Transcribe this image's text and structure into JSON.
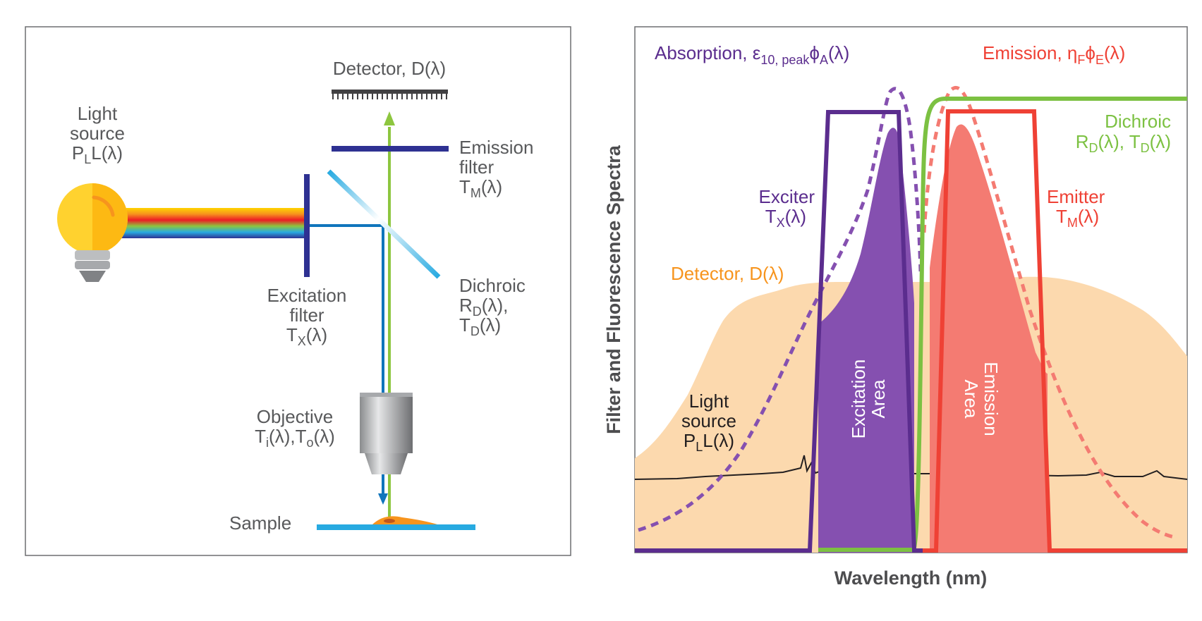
{
  "left_panel": {
    "light_source": {
      "line1": "Light",
      "line2": "source",
      "formula_main": "P",
      "formula_sub": "L",
      "formula_rest": "L(λ)"
    },
    "detector": "Detector, D(λ)",
    "emission_filter": {
      "line1": "Emission",
      "line2": "filter",
      "formula_main": "T",
      "formula_sub": "M",
      "formula_rest": "(λ)"
    },
    "excitation_filter": {
      "line1": "Excitation",
      "line2": "filter",
      "formula_main": "T",
      "formula_sub": "X",
      "formula_rest": "(λ)"
    },
    "dichroic": {
      "line1": "Dichroic",
      "r_main": "R",
      "r_sub": "D",
      "r_rest": "(λ),",
      "t_main": "T",
      "t_sub": "D",
      "t_rest": "(λ)"
    },
    "objective": {
      "line1": "Objective",
      "ti_main": "T",
      "ti_sub": "i",
      "ti_rest": "(λ),",
      "to_main": "T",
      "to_sub": "o",
      "to_rest": "(λ)"
    },
    "sample": "Sample"
  },
  "right_panel": {
    "absorption": {
      "prefix": "Absorption, ",
      "eps": "ε",
      "eps_sub": "10, peak",
      "phi": "ϕ",
      "phi_sub": "A",
      "rest": "(λ)"
    },
    "emission": {
      "prefix": "Emission, ",
      "eta": "η",
      "eta_sub": "F",
      "phi": "ϕ",
      "phi_sub": "E",
      "rest": "(λ)"
    },
    "dichroic": {
      "line1": "Dichroic",
      "r_main": "R",
      "r_sub": "D",
      "r_rest": "(λ), ",
      "t_main": "T",
      "t_sub": "D",
      "t_rest": "(λ)"
    },
    "exciter": {
      "line1": "Exciter",
      "main": "T",
      "sub": "X",
      "rest": "(λ)"
    },
    "emitter": {
      "line1": "Emitter",
      "main": "T",
      "sub": "M",
      "rest": "(λ)"
    },
    "detector": "Detector, D(λ)",
    "excitation_area": {
      "line1": "Excitation",
      "line2": "Area"
    },
    "emission_area": {
      "line1": "Emission",
      "line2": "Area"
    },
    "light_source": {
      "line1": "Light",
      "line2": "source",
      "main": "P",
      "sub": "L",
      "rest": "L(λ)"
    },
    "ylabel": "Filter and Fluorescence Spectra",
    "xlabel": "Wavelength (nm)"
  },
  "colors": {
    "purple": "#5b2d8e",
    "purple_fill": "#8550b0",
    "red": "#ef4135",
    "salmon": "#f47b72",
    "green": "#7cc142",
    "orange": "#f7941d",
    "peach": "#fcd9ae",
    "navy": "#2e3192",
    "blue": "#0f75bc",
    "cyan": "#27aae1",
    "gray_text": "#58595b"
  }
}
